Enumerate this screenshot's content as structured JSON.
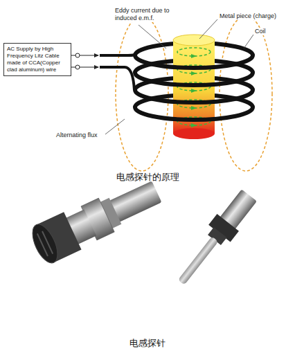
{
  "diagram": {
    "nodes": [
      {
        "text": [
          "AC Supply by High Frequency Litz Cable made of CCA(Copper clad aluminum) wire"
        ]
      }
    ],
    "labels": [
      "Eddy current due to induced e.m.f.",
      "Metal piece (charge)",
      "Coil",
      "Alternating flux",
      "电感探针的原理",
      "电感探针"
    ]
  }
}
